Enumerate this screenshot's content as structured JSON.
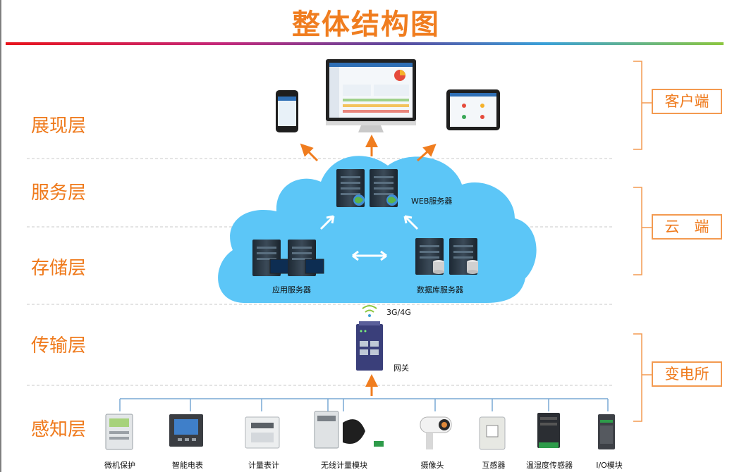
{
  "title": "整体结构图",
  "layers": [
    "展现层",
    "服务层",
    "存储层",
    "传输层",
    "感知层"
  ],
  "sides": [
    "客户端",
    "云　端",
    "变电所"
  ],
  "servers": {
    "web": "WEB服务器",
    "app": "应用服务器",
    "db": "数据库服务器"
  },
  "network": {
    "signal": "3G/4G",
    "gateway": "网关"
  },
  "devices": [
    "微机保护",
    "智能电表",
    "计量表计",
    "无线计量模块",
    "摄像头",
    "互感器",
    "温湿度传感器",
    "I/O模块"
  ],
  "colors": {
    "accent": "#ef7a1c",
    "cloud": "#5cc6f7",
    "arrow_orange": "#f07d1f",
    "bus_line": "#79a9d4",
    "title_bar": [
      "#e8141c",
      "#8a3d8f",
      "#3aa0d8",
      "#8cc63f"
    ]
  }
}
